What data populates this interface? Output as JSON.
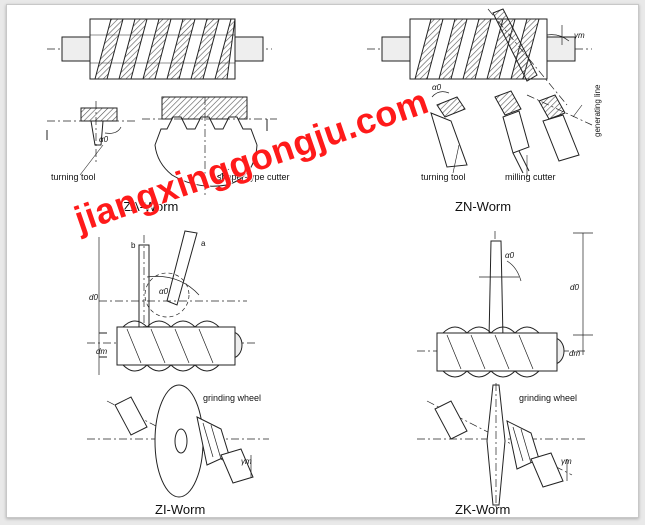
{
  "labels": {
    "turning_tool_left": "turning tool",
    "shaper_cutter": "shaper-type cutter",
    "za_title": "ZA-Worm",
    "alpha_left": "α0",
    "gamma_top": "γm",
    "alpha_zn": "α0",
    "generating_line": "generating line",
    "turning_tool_zn": "turning tool",
    "milling_cutter": "milling cutter",
    "zn_title": "ZN-Worm",
    "a_label": "a",
    "b_label": "b",
    "alpha_zi": "α0",
    "d0_left": "d0",
    "dm_left": "dm",
    "d0_right": "d0",
    "dm_right": "dm",
    "alpha_zk": "α0",
    "grinding_left": "grinding wheel",
    "grinding_right": "grinding wheel",
    "gamma_zi": "γm",
    "gamma_zk": "γm",
    "zi_title": "ZI-Worm",
    "zk_title": "ZK-Worm"
  },
  "watermark": "jiangxinggongju.com",
  "colors": {
    "watermark": "#ff1a1a",
    "line": "#222222",
    "hatch": "#555555",
    "background": "#ffffff"
  }
}
